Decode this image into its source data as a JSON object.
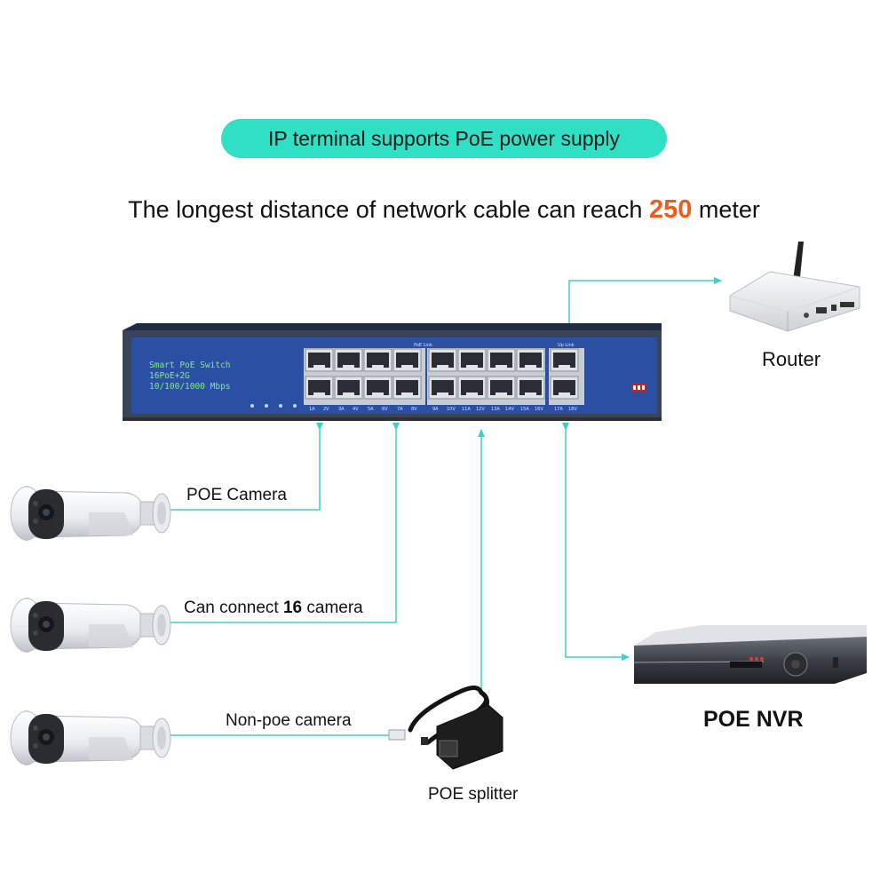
{
  "banner": "IP terminal supports PoE power supply",
  "headline": {
    "prefix": "The longest distance of network cable can reach ",
    "number": "250",
    "suffix": " meter"
  },
  "switch_panel": {
    "line1": "Smart PoE Switch",
    "line2": "16PoE+2G",
    "line3": "10/100/1000 Mbps",
    "poe_label": "PoE Link",
    "uplink_label": "Up Link",
    "port_labels": [
      "1A",
      "2V",
      "3A",
      "4V",
      "5A",
      "6V",
      "7A",
      "8V",
      "9A",
      "10V",
      "11A",
      "12V",
      "13A",
      "14V",
      "15A",
      "16V",
      "17A",
      "18V"
    ]
  },
  "labels": {
    "router": "Router",
    "poe_camera": "POE Camera",
    "can_connect_prefix": "Can connect ",
    "can_connect_number": "16",
    "can_connect_suffix": " camera",
    "non_poe_camera": "Non-poe camera",
    "poe_splitter": "POE splitter",
    "poe_nvr": "POE NVR"
  },
  "colors": {
    "connector": "#3fd0c4",
    "banner": "#2fe0c4",
    "accent": "#f05a1a",
    "switch_body": "#2b4fa3"
  }
}
